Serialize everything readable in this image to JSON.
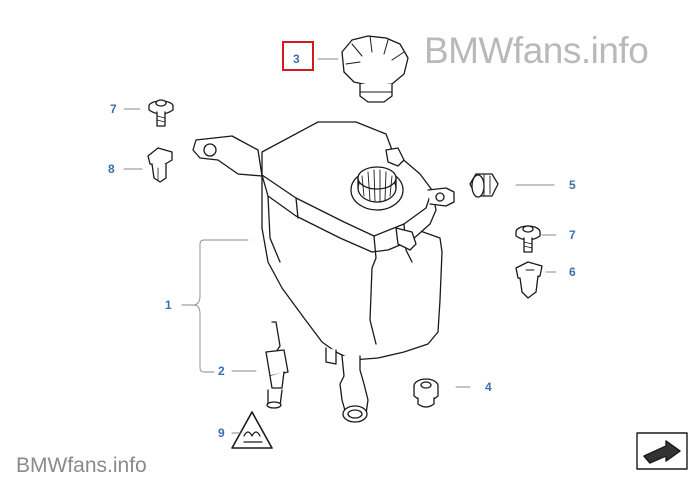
{
  "watermark": {
    "top": "BMWfans.info",
    "bottom": "BMWfans.info"
  },
  "callouts": [
    {
      "id": "c3-cap",
      "label": "3",
      "part": "expansion-tank-cap",
      "highlighted": true
    },
    {
      "id": "c7-upper-left",
      "label": "7",
      "part": "screw"
    },
    {
      "id": "c8-left",
      "label": "8",
      "part": "expanding-rivet"
    },
    {
      "id": "c5-right",
      "label": "5",
      "part": "hose-connector"
    },
    {
      "id": "c7-right",
      "label": "7",
      "part": "screw"
    },
    {
      "id": "c6-right",
      "label": "6",
      "part": "clip-nut"
    },
    {
      "id": "c1-left",
      "label": "1",
      "part": "expansion-tank"
    },
    {
      "id": "c2-left",
      "label": "2",
      "part": "level-sensor"
    },
    {
      "id": "c4-right",
      "label": "4",
      "part": "rubber-mount"
    },
    {
      "id": "c9-left",
      "label": "9",
      "part": "warning-label"
    }
  ],
  "colors": {
    "callout": "#3a6fb0",
    "highlight_box": "#d11b1b",
    "line_art": "#1a1a1a",
    "leader": "#8a8a8a",
    "watermark": "#b9b9b9"
  },
  "icons": {
    "nav": "next-arrow-icon",
    "warning": "hot-coolant-warning-icon"
  }
}
